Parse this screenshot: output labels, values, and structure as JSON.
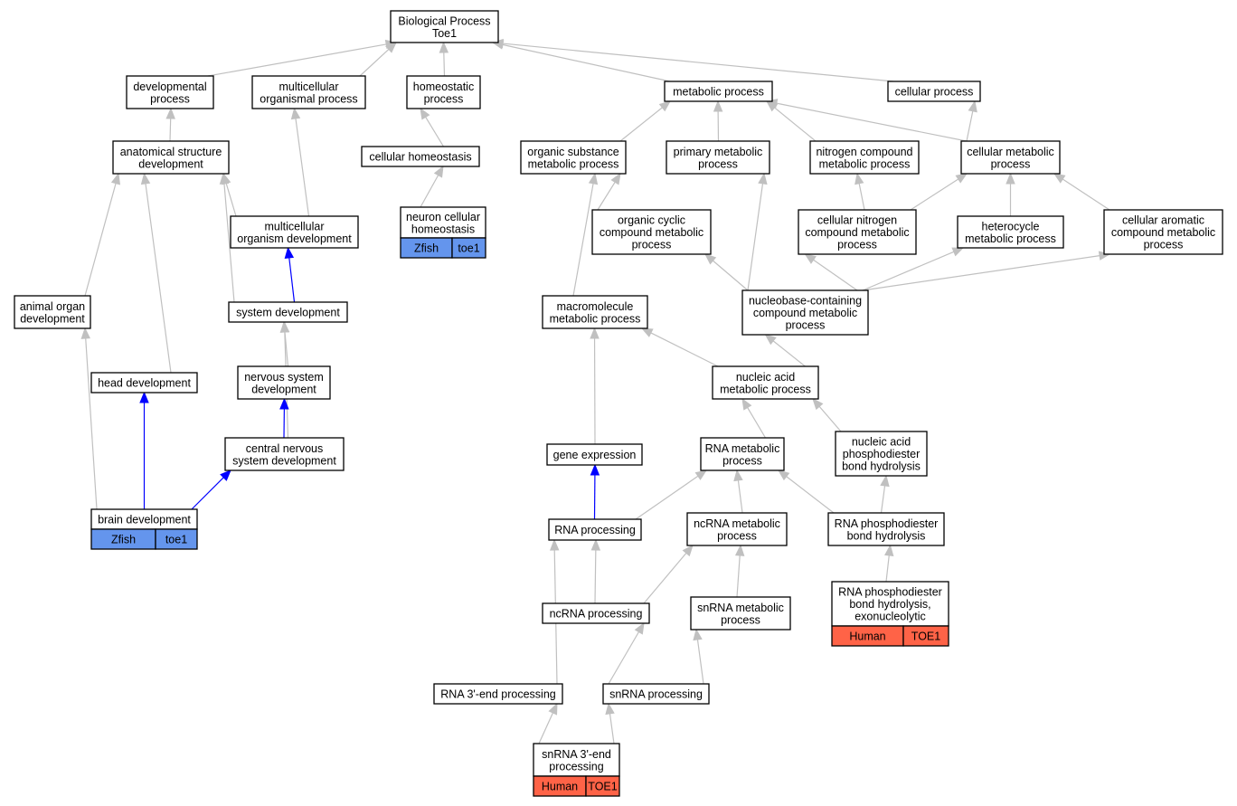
{
  "colors": {
    "edge_default": "#c0c0c0",
    "edge_highlight": "#0000ff",
    "zfish_fill": "#6495ed",
    "human_fill": "#ff6347",
    "node_border": "#000000",
    "background": "#ffffff"
  },
  "nodes": [
    {
      "id": "bp",
      "lines": [
        "Biological Process",
        "Toe1"
      ]
    },
    {
      "id": "dev",
      "lines": [
        "developmental",
        "process"
      ]
    },
    {
      "id": "mop",
      "lines": [
        "multicellular",
        "organismal process"
      ]
    },
    {
      "id": "homeo",
      "lines": [
        "homeostatic",
        "process"
      ]
    },
    {
      "id": "metab",
      "lines": [
        "metabolic process"
      ]
    },
    {
      "id": "cellp",
      "lines": [
        "cellular process"
      ]
    },
    {
      "id": "asd",
      "lines": [
        "anatomical structure",
        "development"
      ]
    },
    {
      "id": "chomeo",
      "lines": [
        "cellular homeostasis"
      ]
    },
    {
      "id": "osmp",
      "lines": [
        "organic substance",
        "metabolic process"
      ]
    },
    {
      "id": "pmp",
      "lines": [
        "primary metabolic",
        "process"
      ]
    },
    {
      "id": "ncmp",
      "lines": [
        "nitrogen compound",
        "metabolic process"
      ]
    },
    {
      "id": "cmp",
      "lines": [
        "cellular metabolic",
        "process"
      ]
    },
    {
      "id": "mod",
      "lines": [
        "multicellular",
        "organism development"
      ]
    },
    {
      "id": "nch",
      "lines": [
        "neuron cellular",
        "homeostasis"
      ],
      "annotation": {
        "species": "Zfish",
        "gene": "toe1"
      }
    },
    {
      "id": "occmp",
      "lines": [
        "organic cyclic",
        "compound metabolic",
        "process"
      ]
    },
    {
      "id": "cncmp",
      "lines": [
        "cellular nitrogen",
        "compound metabolic",
        "process"
      ]
    },
    {
      "id": "hmp",
      "lines": [
        "heterocycle",
        "metabolic process"
      ]
    },
    {
      "id": "cacmp",
      "lines": [
        "cellular aromatic",
        "compound metabolic",
        "process"
      ]
    },
    {
      "id": "aod",
      "lines": [
        "animal organ",
        "development"
      ]
    },
    {
      "id": "sysdev",
      "lines": [
        "system development"
      ]
    },
    {
      "id": "macro",
      "lines": [
        "macromolecule",
        "metabolic process"
      ]
    },
    {
      "id": "nbc",
      "lines": [
        "nucleobase-containing",
        "compound metabolic",
        "process"
      ]
    },
    {
      "id": "headdev",
      "lines": [
        "head development"
      ]
    },
    {
      "id": "nsd",
      "lines": [
        "nervous system",
        "development"
      ]
    },
    {
      "id": "namp",
      "lines": [
        "nucleic acid",
        "metabolic process"
      ]
    },
    {
      "id": "cnsd",
      "lines": [
        "central nervous",
        "system development"
      ]
    },
    {
      "id": "geneexp",
      "lines": [
        "gene expression"
      ]
    },
    {
      "id": "rnamp",
      "lines": [
        "RNA metabolic",
        "process"
      ]
    },
    {
      "id": "napbh",
      "lines": [
        "nucleic acid",
        "phosphodiester",
        "bond hydrolysis"
      ]
    },
    {
      "id": "braindev",
      "lines": [
        "brain development"
      ],
      "annotation": {
        "species": "Zfish",
        "gene": "toe1"
      }
    },
    {
      "id": "rnaproc",
      "lines": [
        "RNA processing"
      ]
    },
    {
      "id": "ncrnamp",
      "lines": [
        "ncRNA metabolic",
        "process"
      ]
    },
    {
      "id": "rnapbh",
      "lines": [
        "RNA phosphodiester",
        "bond hydrolysis"
      ]
    },
    {
      "id": "ncrnaproc",
      "lines": [
        "ncRNA processing"
      ]
    },
    {
      "id": "snrnamp",
      "lines": [
        "snRNA metabolic",
        "process"
      ]
    },
    {
      "id": "rnapbhexo",
      "lines": [
        "RNA phosphodiester",
        "bond hydrolysis,",
        "exonucleolytic"
      ],
      "annotation": {
        "species": "Human",
        "gene": "TOE1"
      }
    },
    {
      "id": "rna3",
      "lines": [
        "RNA 3'-end processing"
      ]
    },
    {
      "id": "snrnaproc",
      "lines": [
        "snRNA processing"
      ]
    },
    {
      "id": "snrna3",
      "lines": [
        "snRNA 3'-end",
        "processing"
      ],
      "annotation": {
        "species": "Human",
        "gene": "TOE1"
      }
    }
  ],
  "edges": [
    {
      "from": "dev",
      "to": "bp"
    },
    {
      "from": "mop",
      "to": "bp"
    },
    {
      "from": "homeo",
      "to": "bp"
    },
    {
      "from": "metab",
      "to": "bp"
    },
    {
      "from": "cellp",
      "to": "bp"
    },
    {
      "from": "asd",
      "to": "dev"
    },
    {
      "from": "mod",
      "to": "mop"
    },
    {
      "from": "chomeo",
      "to": "homeo"
    },
    {
      "from": "nch",
      "to": "chomeo"
    },
    {
      "from": "osmp",
      "to": "metab"
    },
    {
      "from": "pmp",
      "to": "metab"
    },
    {
      "from": "ncmp",
      "to": "metab"
    },
    {
      "from": "cmp",
      "to": "metab"
    },
    {
      "from": "cmp",
      "to": "cellp"
    },
    {
      "from": "mod",
      "to": "asd"
    },
    {
      "from": "aod",
      "to": "asd"
    },
    {
      "from": "headdev",
      "to": "asd"
    },
    {
      "from": "sysdev",
      "to": "asd"
    },
    {
      "from": "sysdev",
      "to": "mod",
      "highlight": true
    },
    {
      "from": "nsd",
      "to": "sysdev"
    },
    {
      "from": "cnsd",
      "to": "sysdev"
    },
    {
      "from": "cnsd",
      "to": "nsd",
      "highlight": true
    },
    {
      "from": "braindev",
      "to": "headdev",
      "highlight": true
    },
    {
      "from": "braindev",
      "to": "cnsd",
      "highlight": true
    },
    {
      "from": "braindev",
      "to": "aod"
    },
    {
      "from": "occmp",
      "to": "osmp"
    },
    {
      "from": "macro",
      "to": "osmp"
    },
    {
      "from": "cncmp",
      "to": "ncmp"
    },
    {
      "from": "cncmp",
      "to": "cmp"
    },
    {
      "from": "hmp",
      "to": "cmp"
    },
    {
      "from": "cacmp",
      "to": "cmp"
    },
    {
      "from": "nbc",
      "to": "occmp"
    },
    {
      "from": "nbc",
      "to": "pmp"
    },
    {
      "from": "nbc",
      "to": "cncmp"
    },
    {
      "from": "nbc",
      "to": "hmp"
    },
    {
      "from": "nbc",
      "to": "cacmp"
    },
    {
      "from": "namp",
      "to": "nbc"
    },
    {
      "from": "namp",
      "to": "macro"
    },
    {
      "from": "geneexp",
      "to": "macro"
    },
    {
      "from": "rnamp",
      "to": "namp"
    },
    {
      "from": "napbh",
      "to": "namp"
    },
    {
      "from": "rnaproc",
      "to": "geneexp",
      "highlight": true
    },
    {
      "from": "rnaproc",
      "to": "rnamp"
    },
    {
      "from": "ncrnamp",
      "to": "rnamp"
    },
    {
      "from": "rnapbh",
      "to": "rnamp"
    },
    {
      "from": "rnapbh",
      "to": "napbh"
    },
    {
      "from": "ncrnaproc",
      "to": "rnaproc"
    },
    {
      "from": "ncrnaproc",
      "to": "ncrnamp"
    },
    {
      "from": "snrnamp",
      "to": "ncrnamp"
    },
    {
      "from": "rnapbhexo",
      "to": "rnapbh"
    },
    {
      "from": "rna3",
      "to": "rnaproc"
    },
    {
      "from": "snrnaproc",
      "to": "ncrnaproc"
    },
    {
      "from": "snrnaproc",
      "to": "snrnamp"
    },
    {
      "from": "snrna3",
      "to": "rna3"
    },
    {
      "from": "snrna3",
      "to": "snrnaproc"
    }
  ]
}
